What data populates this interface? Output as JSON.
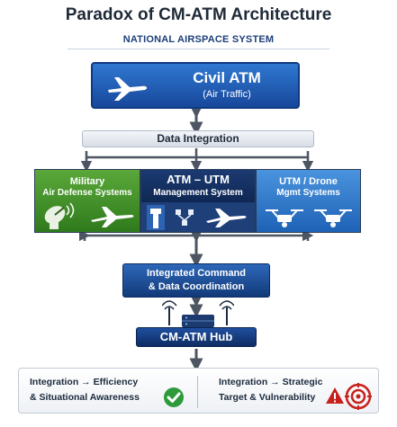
{
  "header": {
    "title": "Paradox of CM-ATM Architecture",
    "subtitle": "NATIONAL AIRSPACE SYSTEM"
  },
  "civil": {
    "title": "Civil ATM",
    "subtitle": "(Air Traffic)",
    "icon": "airplane-icon"
  },
  "integration": {
    "label": "Data Integration"
  },
  "panels": {
    "military": {
      "line1": "Military",
      "line2": "Air Defense Systems",
      "color": "#3f8f2a"
    },
    "atm_utm": {
      "line1": "ATM – UTM",
      "line2": "Management System",
      "color": "#1e3f78"
    },
    "utm_drone": {
      "line1": "UTM / Drone",
      "line2": "Mgmt Systems",
      "color": "#2e79cc"
    }
  },
  "command": {
    "line1": "Integrated Command",
    "line2": "& Data Coordination"
  },
  "hub": {
    "label": "CM-ATM Hub"
  },
  "outcomes": {
    "left": {
      "line1": "Integration → Efficiency",
      "line2": "& Situational Awareness",
      "icon": "checkmark-icon",
      "color": "#2e9a3c"
    },
    "right": {
      "line1": "Integration → Strategic",
      "line2": "Target & Vulnerability",
      "icon": "target-warning-icon",
      "color": "#c8201c"
    }
  }
}
